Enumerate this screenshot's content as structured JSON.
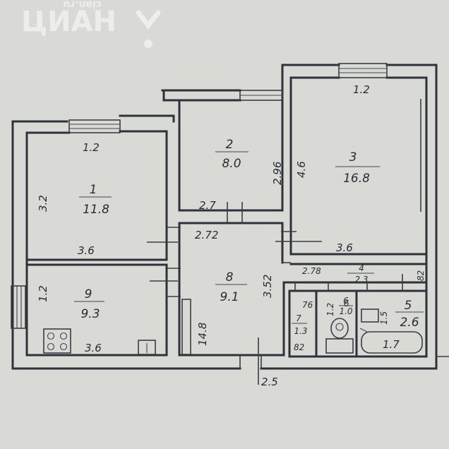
{
  "watermark": {
    "brand": "ЦИАН",
    "small": "cian.ru"
  },
  "rooms": [
    {
      "id": "1",
      "area": "11.8"
    },
    {
      "id": "2",
      "area": "8.0"
    },
    {
      "id": "3",
      "area": "16.8"
    },
    {
      "id": "4",
      "area": "2.3"
    },
    {
      "id": "5",
      "area": "2.6"
    },
    {
      "id": "6",
      "area": "1.0"
    },
    {
      "id": "7",
      "area": "1.3"
    },
    {
      "id": "8",
      "area": "9.1"
    },
    {
      "id": "9",
      "area": "9.3"
    }
  ],
  "dimensions": {
    "room1_top": "1.2",
    "room1_left": "3.2",
    "room1_bottom": "3.6",
    "room2_right": "2.96",
    "room2_bottom": "2.7",
    "room3_top": "1.2",
    "room3_left": "4.6",
    "room3_bottom": "3.6",
    "hall_top": "2.72",
    "hall_right": "3.52",
    "hall_left": "14.8",
    "hall_bottom": "2.5",
    "corridor_top": "2.78",
    "corridor_right": "82",
    "room9_left": "1.2",
    "room9_bottom": "3.6",
    "room7_width": "76",
    "room7_bottom": "82",
    "room6_width": "1.2",
    "room6_extra": "6",
    "room5_height": "1.5",
    "bath_length": "1.7"
  }
}
